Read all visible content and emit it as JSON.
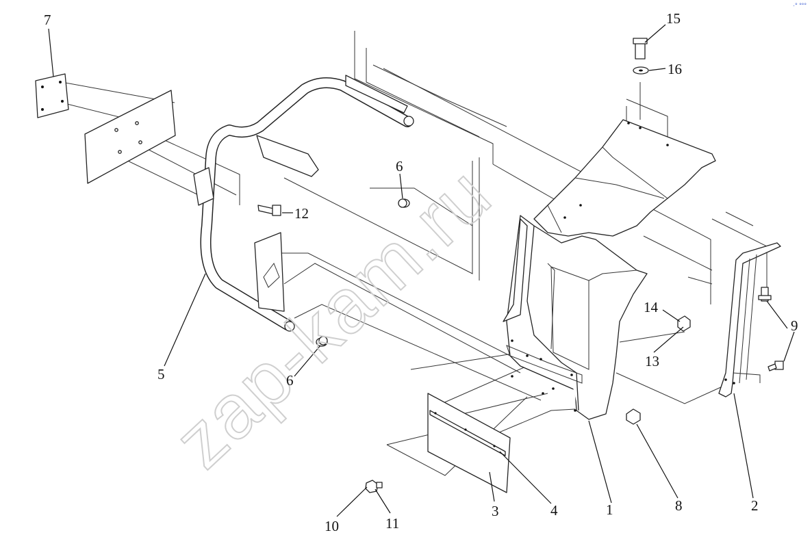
{
  "watermark": "zap-kam.ru",
  "corner_mark": "·° °°°",
  "callouts": [
    "1",
    "2",
    "3",
    "4",
    "5",
    "6",
    "6",
    "7",
    "8",
    "9",
    "10",
    "11",
    "12",
    "13",
    "14",
    "15",
    "16"
  ]
}
